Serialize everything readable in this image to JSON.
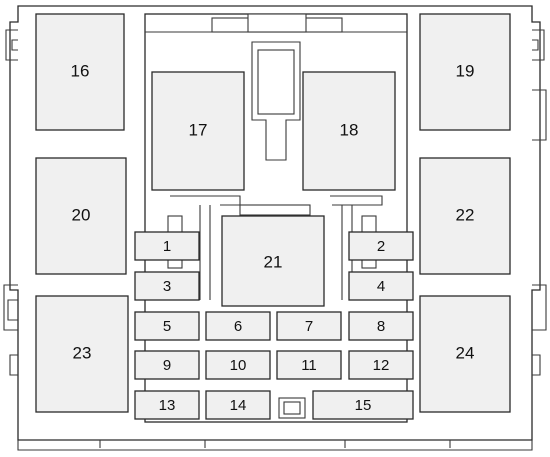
{
  "diagram": {
    "slots": [
      {
        "id": "16",
        "label": "16"
      },
      {
        "id": "17",
        "label": "17"
      },
      {
        "id": "18",
        "label": "18"
      },
      {
        "id": "19",
        "label": "19"
      },
      {
        "id": "20",
        "label": "20"
      },
      {
        "id": "21",
        "label": "21"
      },
      {
        "id": "22",
        "label": "22"
      },
      {
        "id": "23",
        "label": "23"
      },
      {
        "id": "24",
        "label": "24"
      },
      {
        "id": "1",
        "label": "1"
      },
      {
        "id": "2",
        "label": "2"
      },
      {
        "id": "3",
        "label": "3"
      },
      {
        "id": "4",
        "label": "4"
      },
      {
        "id": "5",
        "label": "5"
      },
      {
        "id": "6",
        "label": "6"
      },
      {
        "id": "7",
        "label": "7"
      },
      {
        "id": "8",
        "label": "8"
      },
      {
        "id": "9",
        "label": "9"
      },
      {
        "id": "10",
        "label": "10"
      },
      {
        "id": "11",
        "label": "11"
      },
      {
        "id": "12",
        "label": "12"
      },
      {
        "id": "13",
        "label": "13"
      },
      {
        "id": "14",
        "label": "14"
      },
      {
        "id": "15",
        "label": "15"
      }
    ],
    "colors": {
      "slot_fill": "#f0f0f0",
      "outline": "#2a2a2a",
      "background": "#ffffff"
    }
  }
}
